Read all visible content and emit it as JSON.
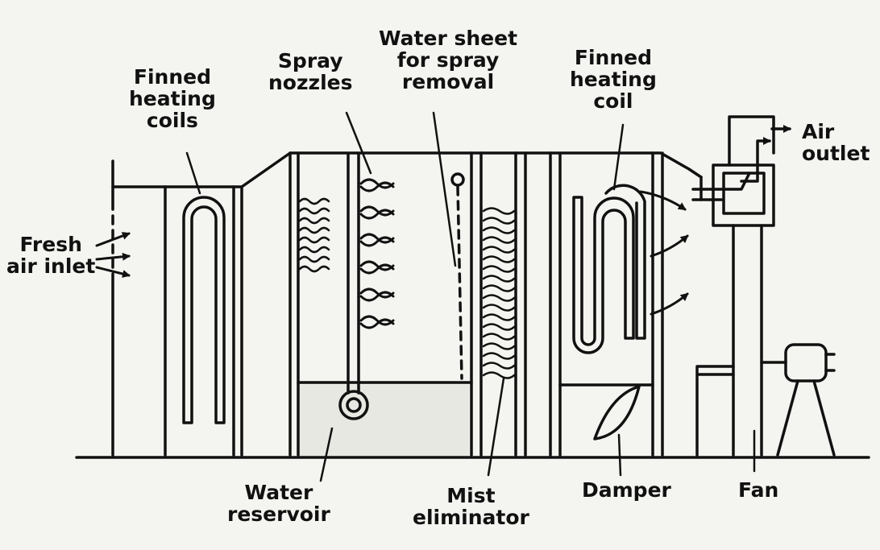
{
  "labels": {
    "finned_heating_coils": [
      "Finned",
      "heating",
      "coils"
    ],
    "spray_nozzles": [
      "Spray",
      "nozzles"
    ],
    "water_sheet": [
      "Water sheet",
      "for spray",
      "removal"
    ],
    "finned_heating_coil": [
      "Finned",
      "heating",
      "coil"
    ],
    "air_outlet": [
      "Air",
      "outlet"
    ],
    "fresh_air_inlet": [
      "Fresh",
      "air inlet"
    ],
    "water_reservoir": [
      "Water",
      "reservoir"
    ],
    "mist_eliminator": [
      "Mist",
      "eliminator"
    ],
    "damper": "Damper",
    "fan": "Fan"
  },
  "colors": {
    "ink": "#111111",
    "paper": "#f4f4f0",
    "reservoir": "#e8e8e2"
  }
}
